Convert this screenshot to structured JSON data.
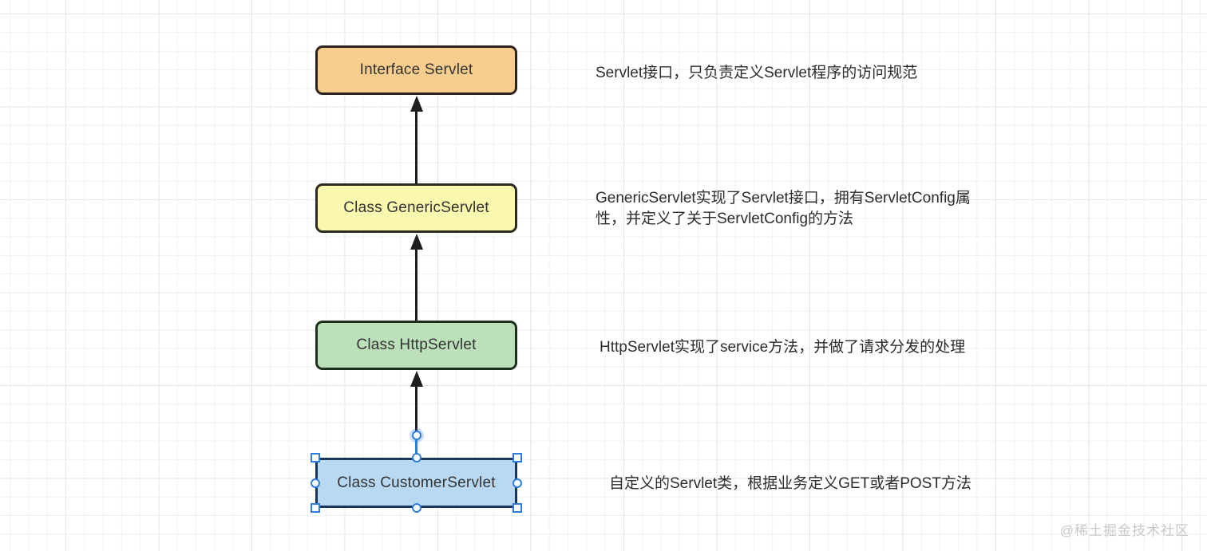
{
  "diagram": {
    "nodes": [
      {
        "id": "interface-servlet",
        "label": "Interface Servlet",
        "fill": "#F9CD8E",
        "border": "#2B241D",
        "selected": false
      },
      {
        "id": "generic-servlet",
        "label": "Class GenericServlet",
        "fill": "#FAF7AF",
        "border": "#2B2B1F",
        "selected": false
      },
      {
        "id": "http-servlet",
        "label": "Class HttpServlet",
        "fill": "#BCE0BA",
        "border": "#1F2F1E",
        "selected": false
      },
      {
        "id": "customer-servlet",
        "label": "Class CustomerServlet",
        "fill": "#B9D9F2",
        "border": "#17365D",
        "selected": true
      }
    ],
    "edges": [
      {
        "from": "generic-servlet",
        "to": "interface-servlet",
        "type": "inheritance-arrow"
      },
      {
        "from": "http-servlet",
        "to": "generic-servlet",
        "type": "inheritance-arrow"
      },
      {
        "from": "customer-servlet",
        "to": "http-servlet",
        "type": "inheritance-arrow"
      }
    ],
    "annotations": [
      {
        "for": "interface-servlet",
        "text": "Servlet接口，只负责定义Servlet程序的访问规范"
      },
      {
        "for": "generic-servlet",
        "text": "GenericServlet实现了Servlet接口，拥有ServletConfig属性，并定义了关于ServletConfig的方法"
      },
      {
        "for": "http-servlet",
        "text": "HttpServlet实现了service方法，并做了请求分发的处理"
      },
      {
        "for": "customer-servlet",
        "text": "自定义的Servlet类，根据业务定义GET或者POST方法"
      }
    ],
    "selection": {
      "handle_color": "#2D7DE1",
      "edge_highlight": "#2D7DE1"
    },
    "arrow_color": "#1D1D1D"
  },
  "watermark": {
    "text": "@稀土掘金技术社区"
  }
}
